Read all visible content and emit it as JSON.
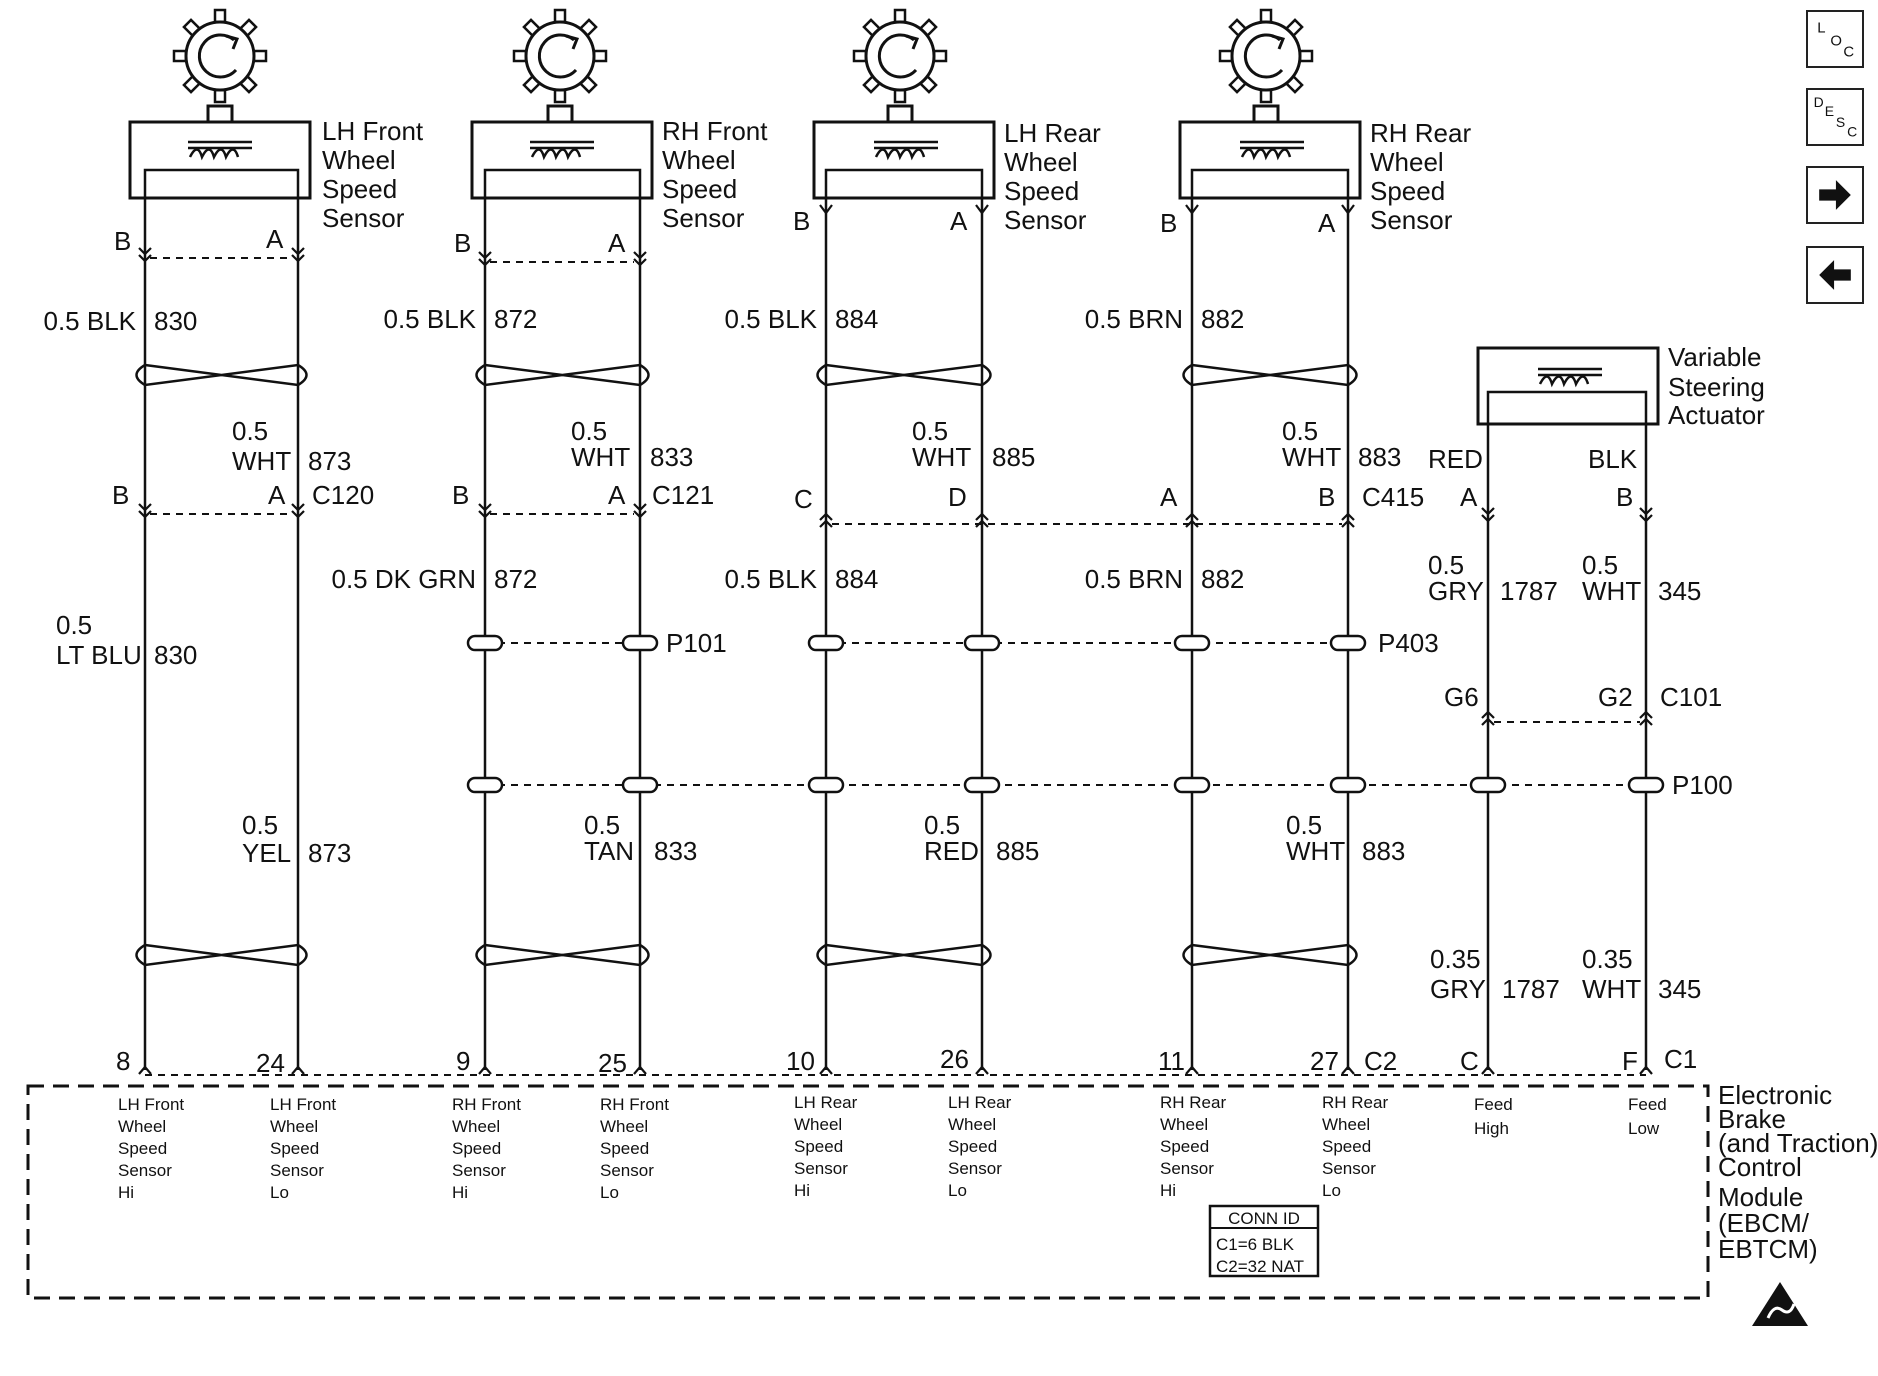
{
  "sensors": [
    {
      "name": "LH Front Wheel Speed Sensor",
      "name_lines": [
        "LH Front",
        "Wheel",
        "Speed",
        "Sensor"
      ],
      "pin_left": "B",
      "pin_right": "A",
      "upper_left_wire": [
        "0.5 BLK",
        "830"
      ],
      "upper_right_wire": [
        "0.5",
        "WHT",
        "873"
      ],
      "connector": {
        "left_pin": "B",
        "right_pin": "A",
        "id": "C120"
      },
      "lower_left_wire": [
        "0.5",
        "LT BLU",
        "830"
      ],
      "lower_right_wire": [
        "0.5",
        "YEL",
        "873"
      ],
      "module_pins": [
        "8",
        "24"
      ],
      "module_labels": [
        [
          "LH Front",
          "Wheel",
          "Speed",
          "Sensor",
          "Hi"
        ],
        [
          "LH Front",
          "Wheel",
          "Speed",
          "Sensor",
          "Lo"
        ]
      ]
    },
    {
      "name": "RH Front Wheel Speed Sensor",
      "name_lines": [
        "RH Front",
        "Wheel",
        "Speed",
        "Sensor"
      ],
      "pin_left": "B",
      "pin_right": "A",
      "upper_left_wire": [
        "0.5 BLK",
        "872"
      ],
      "upper_right_wire": [
        "0.5",
        "WHT",
        "833"
      ],
      "connector": {
        "left_pin": "B",
        "right_pin": "A",
        "id": "C121"
      },
      "lower_left_wire": [
        "0.5 DK GRN",
        "872"
      ],
      "lower_right_wire": [
        "0.5",
        "TAN",
        "833"
      ],
      "module_pins": [
        "9",
        "25"
      ],
      "module_labels": [
        [
          "RH Front",
          "Wheel",
          "Speed",
          "Sensor",
          "Hi"
        ],
        [
          "RH Front",
          "Wheel",
          "Speed",
          "Sensor",
          "Lo"
        ]
      ]
    },
    {
      "name": "LH Rear Wheel Speed Sensor",
      "name_lines": [
        "LH Rear",
        "Wheel",
        "Speed",
        "Sensor"
      ],
      "pin_left": "B",
      "pin_right": "A",
      "upper_left_wire": [
        "0.5 BLK",
        "884"
      ],
      "upper_right_wire": [
        "0.5",
        "WHT",
        "885"
      ],
      "connector": {
        "left_pin": "C",
        "right_pin": "D",
        "id": ""
      },
      "lower_left_wire": [
        "0.5 BLK",
        "884"
      ],
      "lower_right_wire": [
        "0.5",
        "RED",
        "885"
      ],
      "module_pins": [
        "10",
        "26"
      ],
      "module_labels": [
        [
          "LH Rear",
          "Wheel",
          "Speed",
          "Sensor",
          "Hi"
        ],
        [
          "LH Rear",
          "Wheel",
          "Speed",
          "Sensor",
          "Lo"
        ]
      ]
    },
    {
      "name": "RH Rear Wheel Speed Sensor",
      "name_lines": [
        "RH Rear",
        "Wheel",
        "Speed",
        "Sensor"
      ],
      "pin_left": "B",
      "pin_right": "A",
      "upper_left_wire": [
        "0.5 BRN",
        "882"
      ],
      "upper_right_wire": [
        "0.5",
        "WHT",
        "883"
      ],
      "connector": {
        "left_pin": "A",
        "right_pin": "B",
        "id": "C415"
      },
      "lower_left_wire": [
        "0.5 BRN",
        "882"
      ],
      "lower_right_wire": [
        "0.5",
        "WHT",
        "883"
      ],
      "module_pins": [
        "11",
        "27"
      ],
      "module_labels": [
        [
          "RH Rear",
          "Wheel",
          "Speed",
          "Sensor",
          "Hi"
        ],
        [
          "RH Rear",
          "Wheel",
          "Speed",
          "Sensor",
          "Lo"
        ]
      ]
    }
  ],
  "actuator": {
    "name_lines": [
      "Variable",
      "Steering",
      "Actuator"
    ],
    "wire_left_color": "RED",
    "wire_right_color": "BLK",
    "pin_left": "A",
    "pin_right": "B",
    "left_wire": [
      "0.5",
      "GRY",
      "1787"
    ],
    "right_wire": [
      "0.5",
      "WHT",
      "345"
    ],
    "connector": {
      "left_pin": "G6",
      "right_pin": "G2",
      "id": "C101"
    },
    "lower_left_wire": [
      "0.35",
      "GRY",
      "1787"
    ],
    "lower_right_wire": [
      "0.35",
      "WHT",
      "345"
    ],
    "module_pins": [
      "C",
      "F"
    ],
    "module_labels": [
      [
        "Feed",
        "High"
      ],
      [
        "Feed",
        "Low"
      ]
    ]
  },
  "splices": {
    "p101": "P101",
    "p403": "P403",
    "p100": "P100"
  },
  "connector_ids": {
    "c2": "C2",
    "c1": "C1"
  },
  "module": {
    "name_lines": [
      "Electronic",
      "Brake",
      "(and Traction)",
      "Control",
      "Module",
      "(EBCM/",
      "EBTCM)"
    ],
    "conn_id": {
      "title": "CONN ID",
      "lines": [
        "C1=6 BLK",
        "C2=32 NAT"
      ]
    }
  },
  "nav": {
    "loc": [
      "L",
      "O",
      "C"
    ],
    "desc": [
      "D",
      "E",
      "S",
      "C"
    ],
    "next_icon": "arrow-right-icon",
    "prev_icon": "arrow-left-icon"
  }
}
